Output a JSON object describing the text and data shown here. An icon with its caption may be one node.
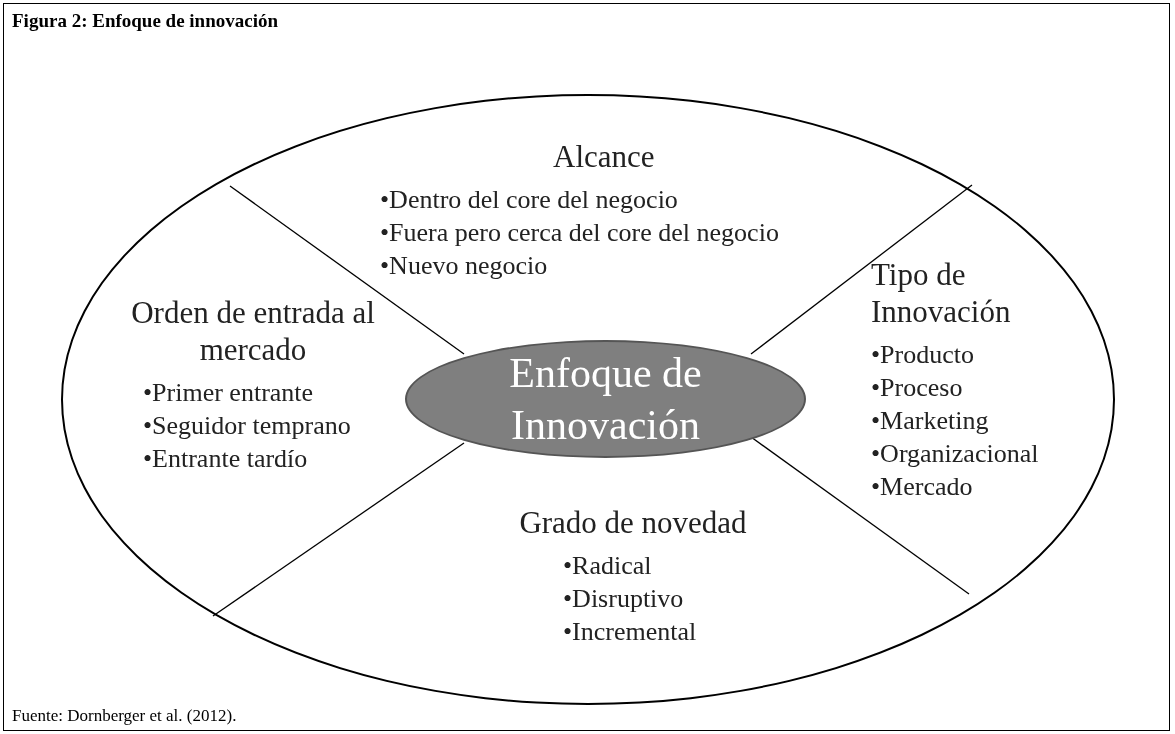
{
  "diagram": {
    "title": "Figura 2: Enfoque de innovación",
    "caption": "Fuente: Dornberger et al. (2012).",
    "nodes": [
      {
        "text": [],
        "shape": "ellipse"
      },
      {
        "text": [
          "Alcance",
          "•Dentro del core del negocio",
          "•Fuera pero cerca del core del negocio",
          "•Nuevo negocio"
        ],
        "in": 0
      },
      {
        "text": [
          "Orden de entrada al mercado",
          "•Primer entrante",
          "•Seguidor temprano",
          "•Entrante tardío"
        ],
        "in": 0
      },
      {
        "text": [
          "Enfoque de Innovación"
        ],
        "in": 0
      },
      {
        "text": [
          "Tipo de Innovación",
          "•Producto",
          "•Proceso",
          "•Marketing",
          "•Organizacional",
          "•Mercado"
        ],
        "in": 0
      },
      {
        "text": [
          "Grado de novedad",
          "•Radical",
          "•Disruptivo",
          "•Incremental"
        ],
        "in": 0
      }
    ],
    "edges": []
  }
}
